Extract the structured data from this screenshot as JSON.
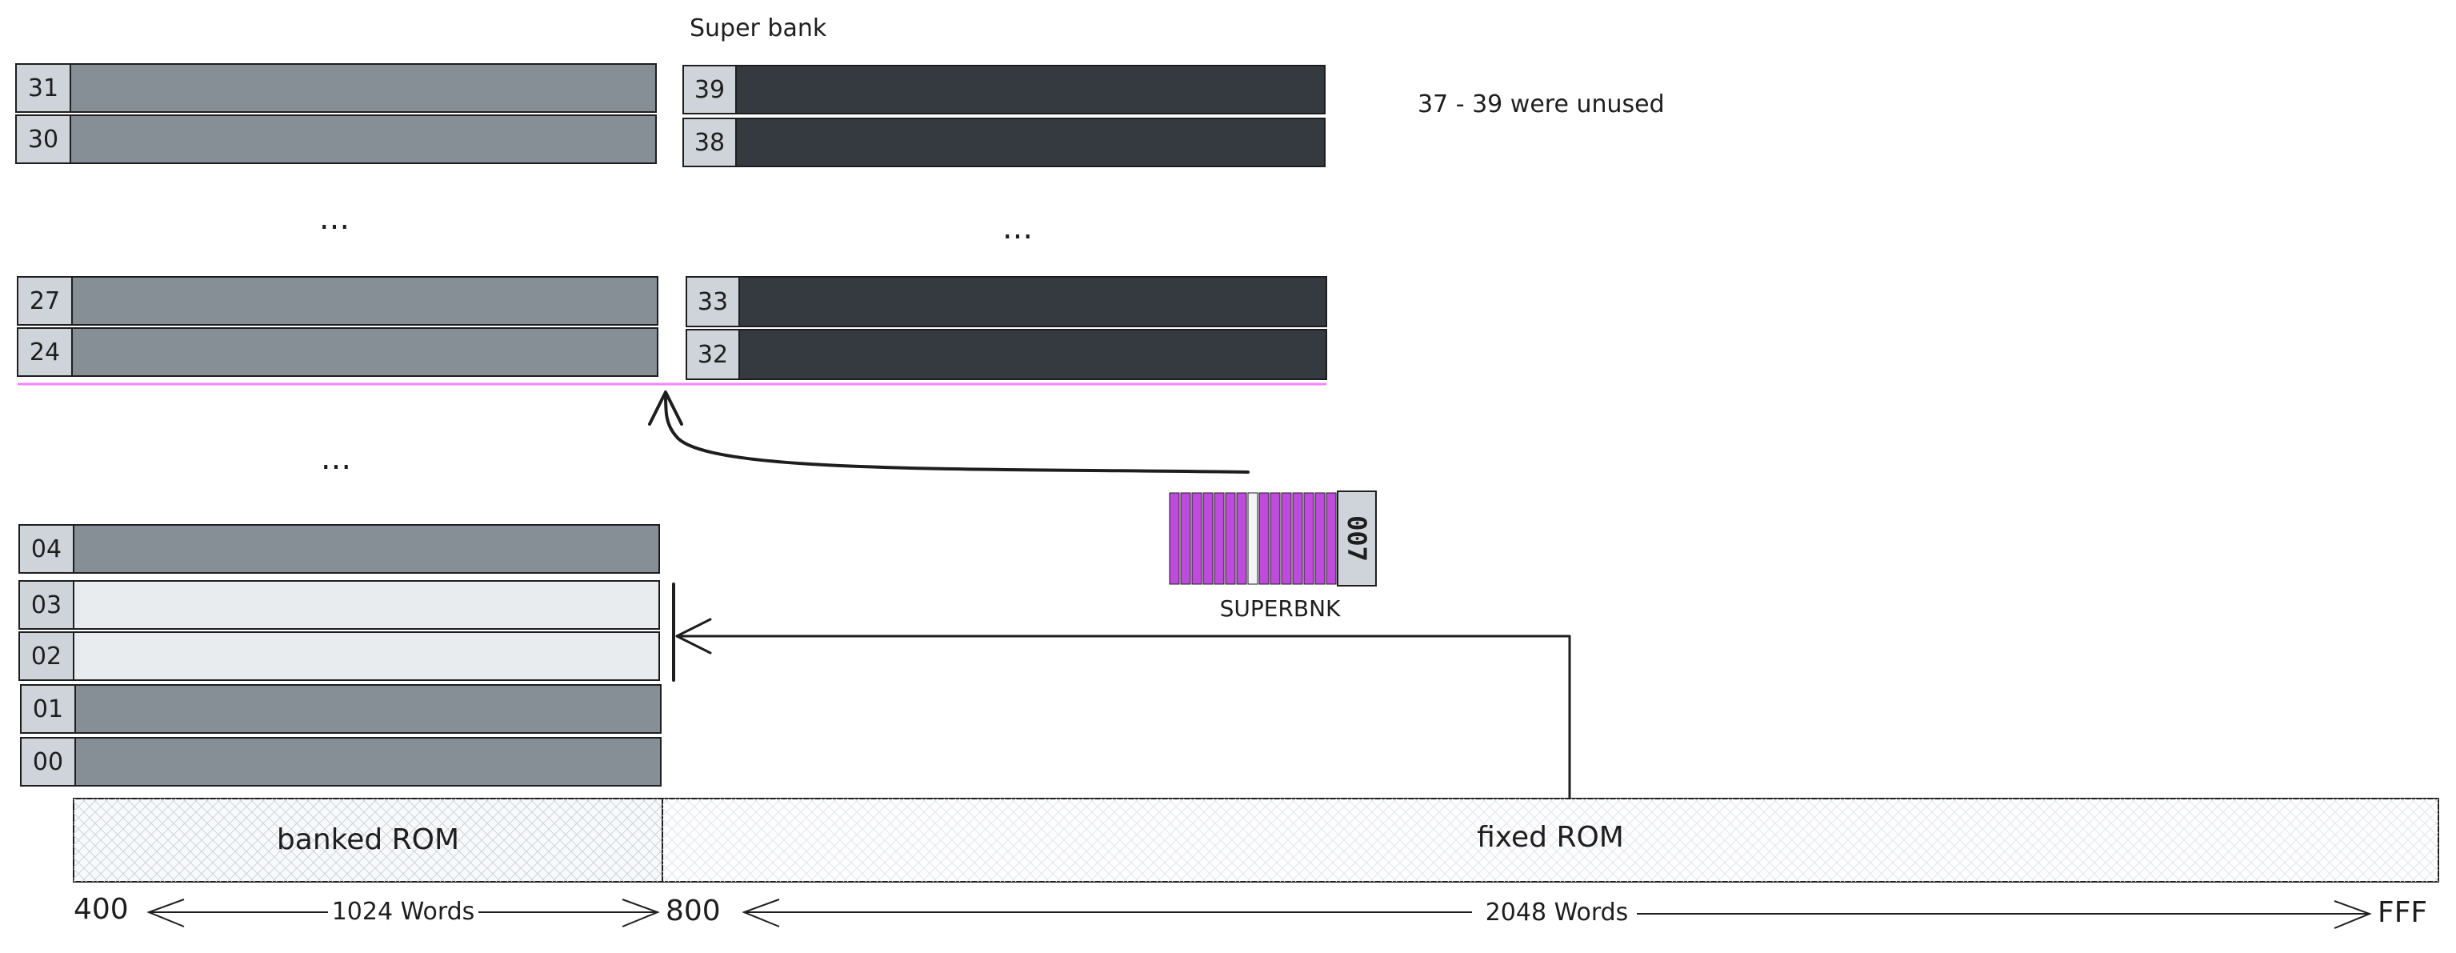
{
  "super_bank_label": "Super bank",
  "unused_note": "37 - 39 were unused",
  "ellipsis": "...",
  "banks_left_upper": [
    "31",
    "30",
    "27",
    "24"
  ],
  "banks_super": [
    "39",
    "38",
    "33",
    "32"
  ],
  "banks_left_lower": [
    "04",
    "03",
    "02",
    "01",
    "00"
  ],
  "register": {
    "name": "SUPERBNK",
    "address": "007",
    "bits": [
      1,
      1,
      1,
      1,
      1,
      1,
      1,
      0,
      1,
      1,
      1,
      1,
      1,
      1,
      1
    ]
  },
  "regions": {
    "banked": "banked ROM",
    "fixed": "fixed ROM"
  },
  "addresses": {
    "start": "400",
    "mid": "800",
    "end": "FFF"
  },
  "spans": {
    "banked": "1024 Words",
    "fixed": "2048 Words"
  },
  "colors": {
    "bank_fill": "#868e96",
    "super_fill": "#343a40",
    "selected_fill": "#e9ecef",
    "label_box": "#ced4da",
    "register_bit": "#be4bdb",
    "pink_line": "#f783ff"
  }
}
